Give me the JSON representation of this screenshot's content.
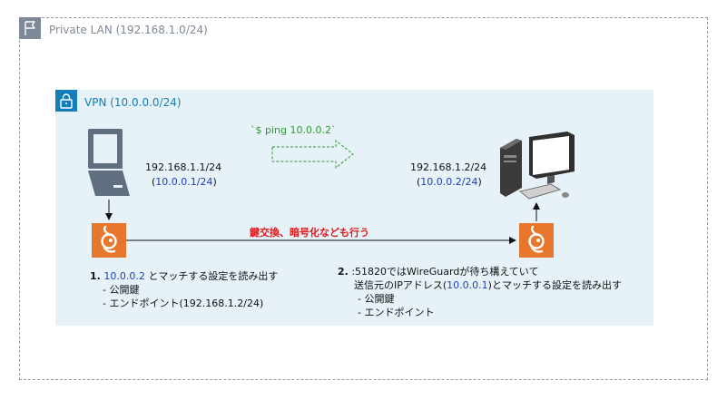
{
  "lan": {
    "label": "Private LAN (192.168.1.0/24)",
    "icon": "flag-icon"
  },
  "vpn": {
    "label": "VPN (10.0.0.0/24)",
    "icon": "lock-icon"
  },
  "left_host": {
    "ip": "192.168.1.1/24",
    "vpn_ip": "10.0.0.1/24",
    "icon": "laptop-icon"
  },
  "right_host": {
    "ip": "192.168.1.2/24",
    "vpn_ip": "10.0.0.2/24",
    "icon": "desktop-computer-icon"
  },
  "ping": {
    "label": "`$ ping 10.0.0.2`"
  },
  "key_exchange": {
    "label": "鍵交換、暗号化なども行う"
  },
  "wireguard": {
    "icon": "wireguard-icon"
  },
  "note1": {
    "num": "1.",
    "ip": "10.0.0.2",
    "text": " とマッチする設定を読み出す",
    "item1": "- 公開鍵",
    "item2": "- エンドポイント(192.168.1.2/24)"
  },
  "note2": {
    "num": "2.",
    "line1": " :51820ではWireGuardが待ち構えていて",
    "line2_pre": "送信元のIPアドレス(",
    "line2_ip": "10.0.0.1",
    "line2_post": ")とマッチする設定を読み出す",
    "item1": "- 公開鍵",
    "item2": "- エンドポイント"
  },
  "colors": {
    "lan_grey": "#7d8998",
    "vpn_blue": "#147eba",
    "vpn_fill": "#e6f2f8",
    "wireguard_orange": "#e8772e",
    "ping_green": "#2e9a2e",
    "key_red": "#e01919",
    "ip_blue": "#1f3fb5"
  }
}
